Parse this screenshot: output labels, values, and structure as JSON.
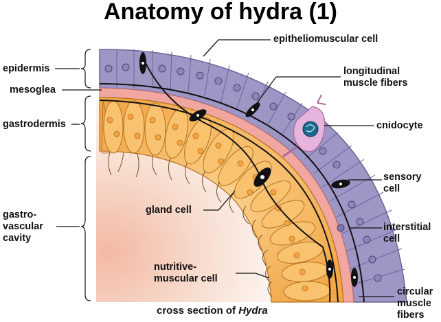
{
  "title": "Anatomy of hydra (1)",
  "labels": {
    "epidermis": "epidermis",
    "mesoglea": "mesoglea",
    "gastrodermis": "gastrodermis",
    "gastrovascular_line1": "gastro-",
    "gastrovascular_line2": "vascular",
    "gastrovascular_line3": "cavity",
    "epitheliomuscular": "epitheliomuscular cell",
    "longitudinal_line1": "longitudinal",
    "longitudinal_line2": "muscle fibers",
    "cnidocyte": "cnidocyte",
    "sensory_line1": "sensory",
    "sensory_line2": "cell",
    "interstitial_line1": "interstitial",
    "interstitial_line2": "cell",
    "gland": "gland cell",
    "nutritive_line1": "nutritive-",
    "nutritive_line2": "muscular cell",
    "circular_line1": "circular",
    "circular_line2": "muscle",
    "circular_line3": "fibers"
  },
  "caption": {
    "prefix": "cross section of",
    "italic": "Hydra"
  },
  "colors": {
    "epidermis": "#9b94c2",
    "epidermis_dark": "#6e6796",
    "mesoglea": "#f2a6a0",
    "gastrodermis": "#f6b35a",
    "cavity": "#f4d9c8",
    "cnidocyte": "#e6b4dc"
  }
}
